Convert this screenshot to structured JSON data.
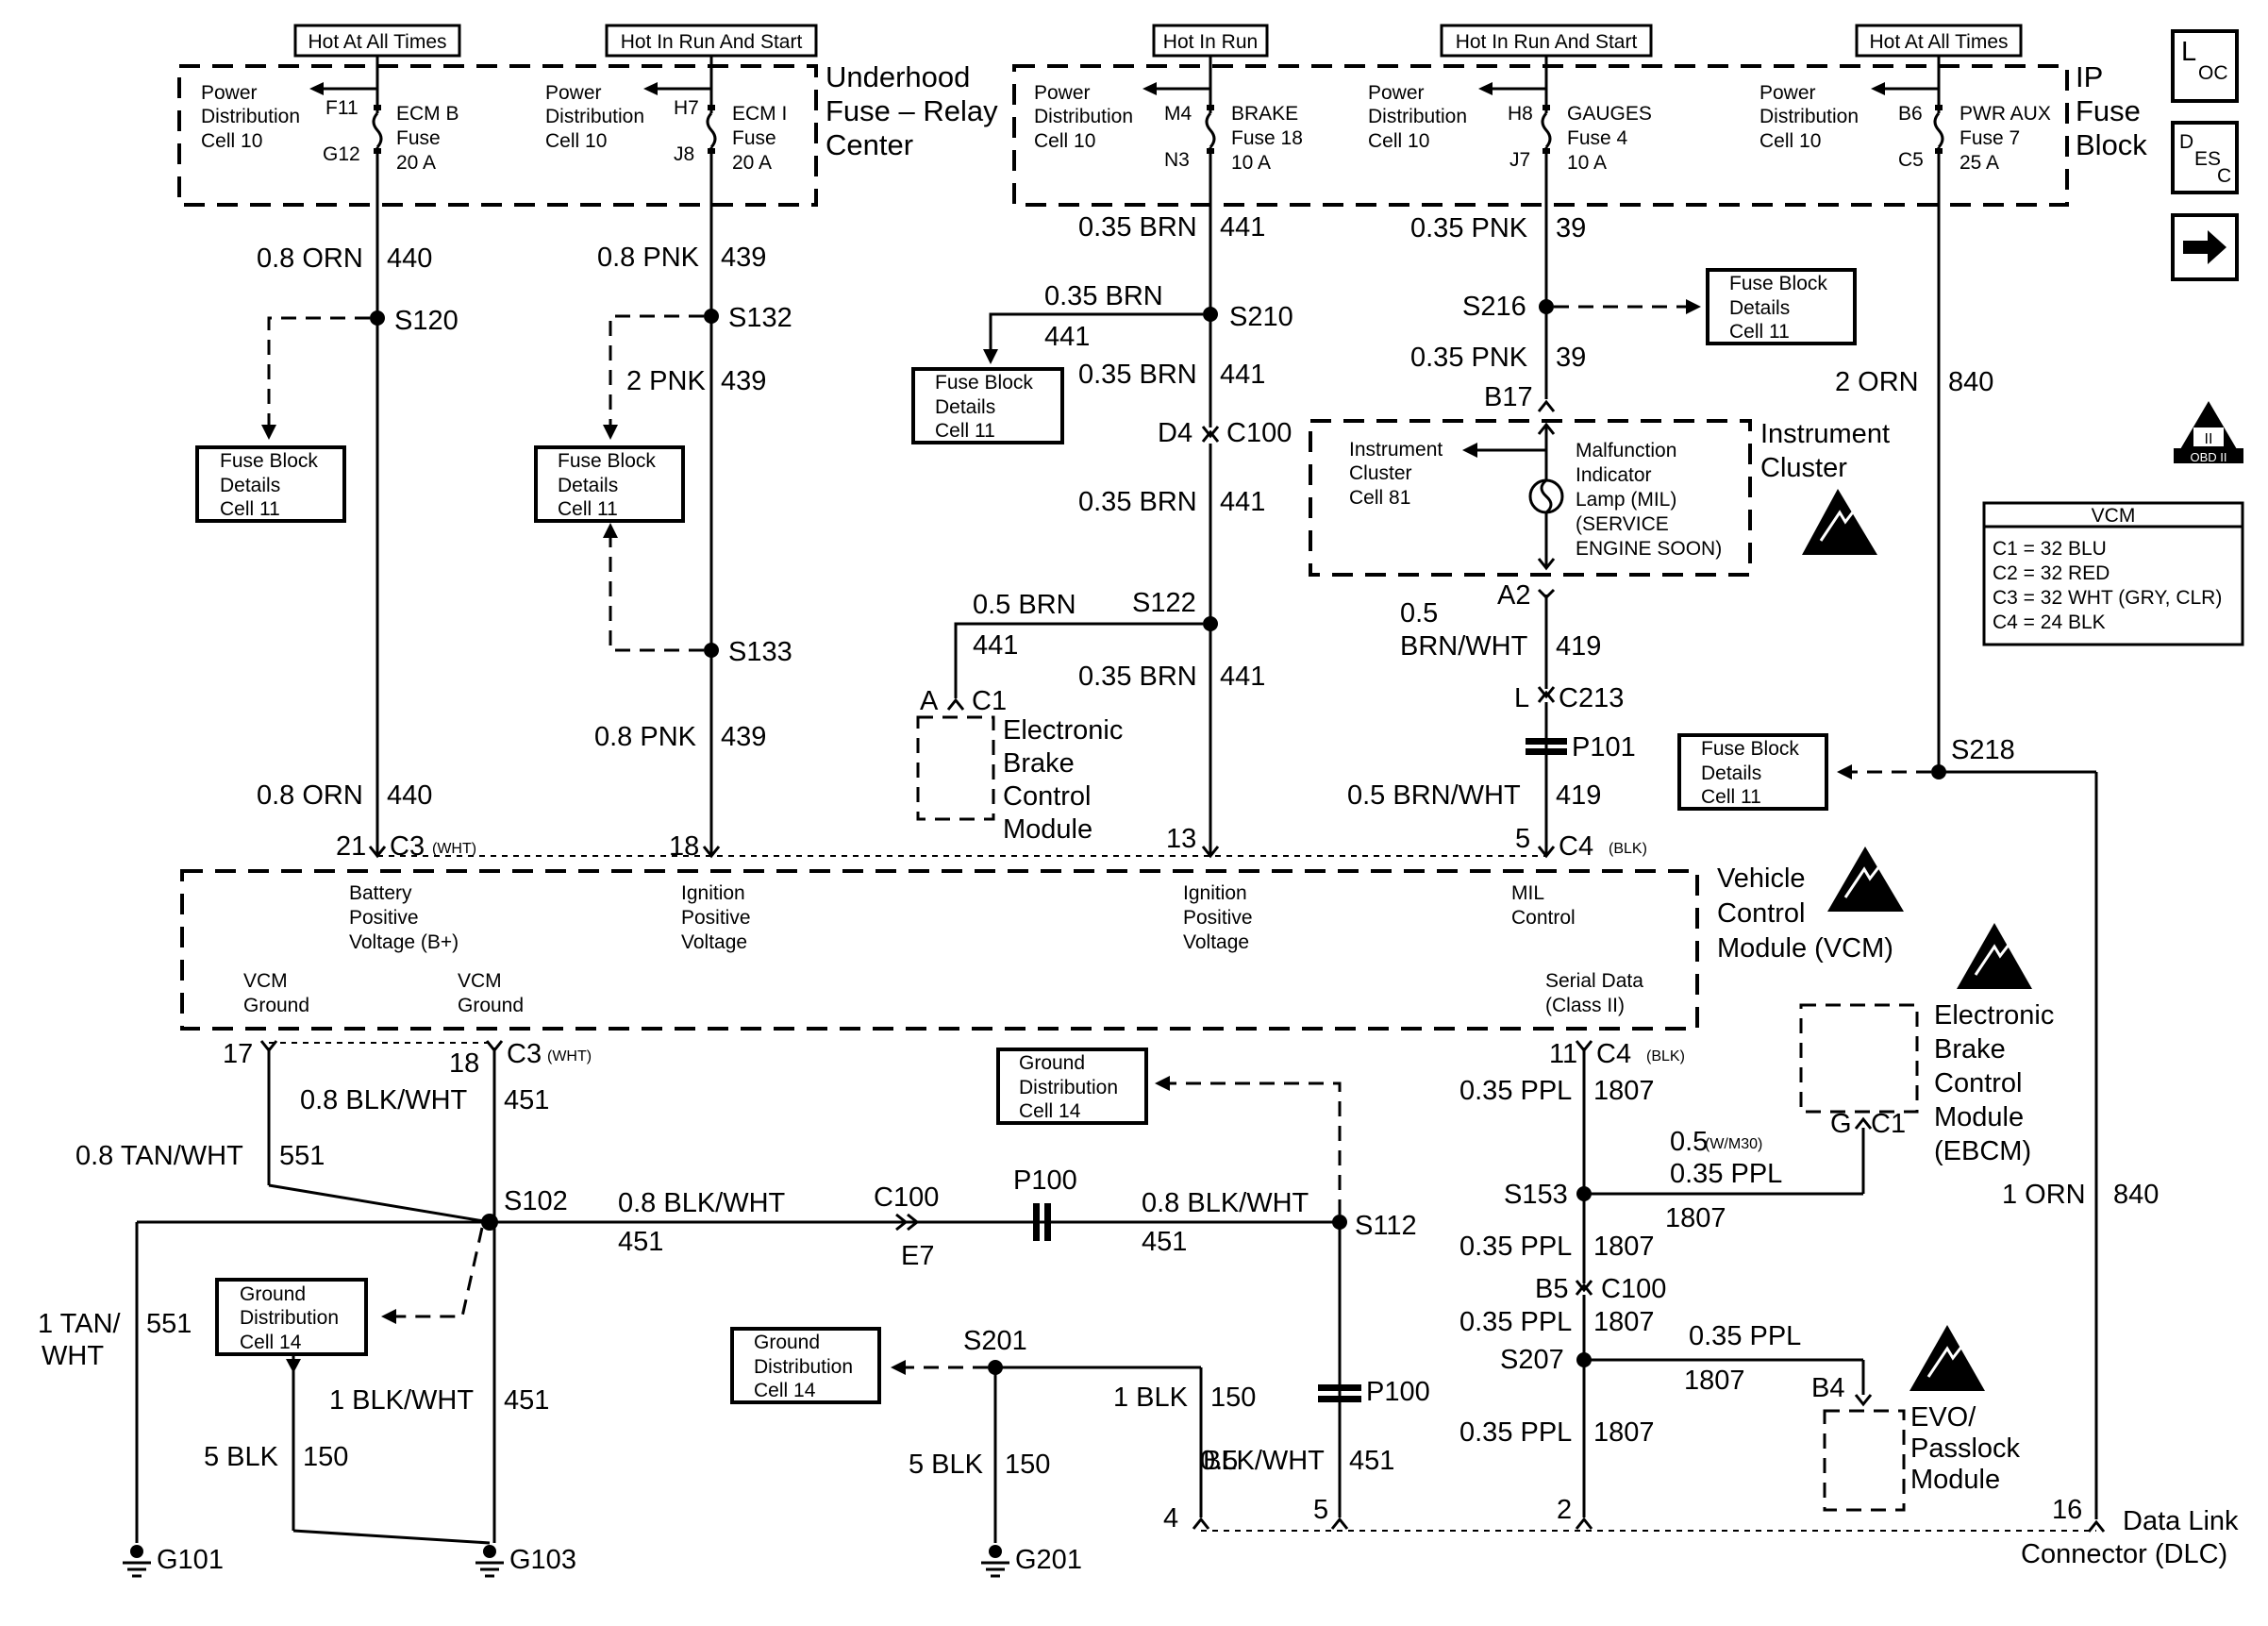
{
  "sources": {
    "hot_at_all_times": "Hot At All Times",
    "hot_in_run_and_start": "Hot In Run And Start",
    "hot_in_run": "Hot In Run"
  },
  "underhood": {
    "title_1": "Underhood",
    "title_2": "Fuse – Relay",
    "title_3": "Center",
    "fuse_ecmb": {
      "pd1": "Power",
      "pd2": "Distribution",
      "pd3": "Cell 10",
      "pin_in": "F11",
      "pin_out": "G12",
      "name1": "ECM B",
      "name2": "Fuse",
      "rating": "20 A"
    },
    "fuse_ecmi": {
      "pd1": "Power",
      "pd2": "Distribution",
      "pd3": "Cell 10",
      "pin_in": "H7",
      "pin_out": "J8",
      "name1": "ECM I",
      "name2": "Fuse",
      "rating": "20 A"
    }
  },
  "ip_fuse_block": {
    "title_1": "IP",
    "title_2": "Fuse",
    "title_3": "Block",
    "fuse_brake": {
      "pd1": "Power",
      "pd2": "Distribution",
      "pd3": "Cell 10",
      "pin_in": "M4",
      "pin_out": "N3",
      "name1": "BRAKE",
      "name2": "Fuse 18",
      "rating": "10 A"
    },
    "fuse_gauges": {
      "pd1": "Power",
      "pd2": "Distribution",
      "pd3": "Cell 10",
      "pin_in": "H8",
      "pin_out": "J7",
      "name1": "GAUGES",
      "name2": "Fuse 4",
      "rating": "10 A"
    },
    "fuse_pwraux": {
      "pd1": "Power",
      "pd2": "Distribution",
      "pd3": "Cell 10",
      "pin_in": "B6",
      "pin_out": "C5",
      "name1": "PWR AUX",
      "name2": "Fuse 7",
      "rating": "25 A"
    }
  },
  "refs": {
    "fbd1": "Fuse Block",
    "fbd2": "Details",
    "cell11": "Cell 11",
    "gd1": "Ground",
    "gd2": "Distribution",
    "cell14": "Cell 14"
  },
  "nav": {
    "loc": "L",
    "loc_sub": "OC",
    "desc": "D",
    "desc_sub1": "ES",
    "desc_sub2": "C",
    "obd": "OBD II",
    "obd_roman": "II"
  },
  "vcm_legend": {
    "title": "VCM",
    "rows": [
      "C1 = 32 BLU",
      "C2 = 32 RED",
      "C3 = 32 WHT (GRY, CLR)",
      "C4 = 24 BLK"
    ]
  },
  "wires": {
    "w440a": "0.8 ORN",
    "c440": "440",
    "s120": "S120",
    "w440b": "0.8 ORN",
    "w439a": "0.8 PNK",
    "c439": "439",
    "s132": "S132",
    "w439b": "2 PNK",
    "s133": "S133",
    "w439c": "0.8 PNK",
    "w441a": "0.35 BRN",
    "c441": "441",
    "s210": "S210",
    "w441b": "0.35 BRN",
    "w441c": "0.35 BRN",
    "d4": "D4",
    "c100": "C100",
    "w441d": "0.35 BRN",
    "w441e": "0.5 BRN",
    "s122": "S122",
    "w441f": "0.35 BRN",
    "w39a": "0.35 PNK",
    "c39": "39",
    "s216": "S216",
    "w39b": "0.35 PNK",
    "b17": "B17",
    "a2": "A2",
    "w419a_1": "0.5",
    "w419a_2": "BRN/WHT",
    "c419": "419",
    "l": "L",
    "c213": "C213",
    "p101": "P101",
    "w419b": "0.5 BRN/WHT",
    "w840": "2 ORN",
    "c840": "840",
    "s218": "S218",
    "w840b": "1 ORN",
    "a": "A",
    "c1": "C1",
    "w451a": "0.8 BLK/WHT",
    "c451": "451",
    "w551a": "0.8 TAN/WHT",
    "c551": "551",
    "s102": "S102",
    "w451b": "0.8 BLK/WHT",
    "c100b": "C100",
    "e7": "E7",
    "p100": "P100",
    "w451c": "0.8 BLK/WHT",
    "s112": "S112",
    "w551b_1": "1 TAN/",
    "w551b_2": "WHT",
    "w451d": "1 BLK/WHT",
    "w150": "5 BLK",
    "c150": "150",
    "s201": "S201",
    "w150b": "5 BLK",
    "w150c": "1 BLK",
    "w451e_1": "0.5",
    "w451e_2": "BLK/WHT",
    "p100b": "P100",
    "w1807a": "0.35 PPL",
    "c1807": "1807",
    "s153": "S153",
    "w1807b_1": "0.5",
    "w1807b_sub": "(W/M30)",
    "w1807b_2": "0.35 PPL",
    "w1807c": "0.35 PPL",
    "b5": "B5",
    "c100c": "C100",
    "w1807d": "0.35 PPL",
    "s207": "S207",
    "w1807e": "0.35 PPL",
    "w1807f": "0.35 PPL",
    "b4": "B4",
    "g": "G",
    "c1b": "C1"
  },
  "grounds": {
    "g101": "G101",
    "g103": "G103",
    "g201": "G201"
  },
  "vcm": {
    "title_1": "Vehicle",
    "title_2": "Control",
    "title_3": "Module (VCM)",
    "pin21": "21",
    "c3": "C3",
    "wht": "(WHT)",
    "pin18": "18",
    "pin13": "13",
    "pin5": "5",
    "c4": "C4",
    "blk": "(BLK)",
    "bat1": "Battery",
    "bat2": "Positive",
    "bat3": "Voltage (B+)",
    "ign1": "Ignition",
    "ign2": "Positive",
    "ign3": "Voltage",
    "mil1": "MIL",
    "mil2": "Control",
    "gnd1": "VCM",
    "gnd2": "Ground",
    "ser1": "Serial Data",
    "ser2": "(Class II)",
    "pin17": "17",
    "pin18b": "18",
    "pin11": "11"
  },
  "ebcm_top": {
    "l1": "Electronic",
    "l2": "Brake",
    "l3": "Control",
    "l4": "Module"
  },
  "ebcm": {
    "l1": "Electronic",
    "l2": "Brake",
    "l3": "Control",
    "l4": "Module",
    "l5": "(EBCM)"
  },
  "instrument_cluster": {
    "title_1": "Instrument",
    "title_2": "Cluster",
    "ic1": "Instrument",
    "ic2": "Cluster",
    "ic3": "Cell 81",
    "mil1": "Malfunction",
    "mil2": "Indicator",
    "mil3": "Lamp (MIL)",
    "mil4": "(SERVICE",
    "mil5": "ENGINE SOON)"
  },
  "evo": {
    "l1": "EVO/",
    "l2": "Passlock",
    "l3": "Module"
  },
  "dlc": {
    "title_1": "Data Link",
    "title_2": "Connector (DLC)",
    "pin4": "4",
    "pin5": "5",
    "pin2": "2",
    "pin16": "16"
  }
}
